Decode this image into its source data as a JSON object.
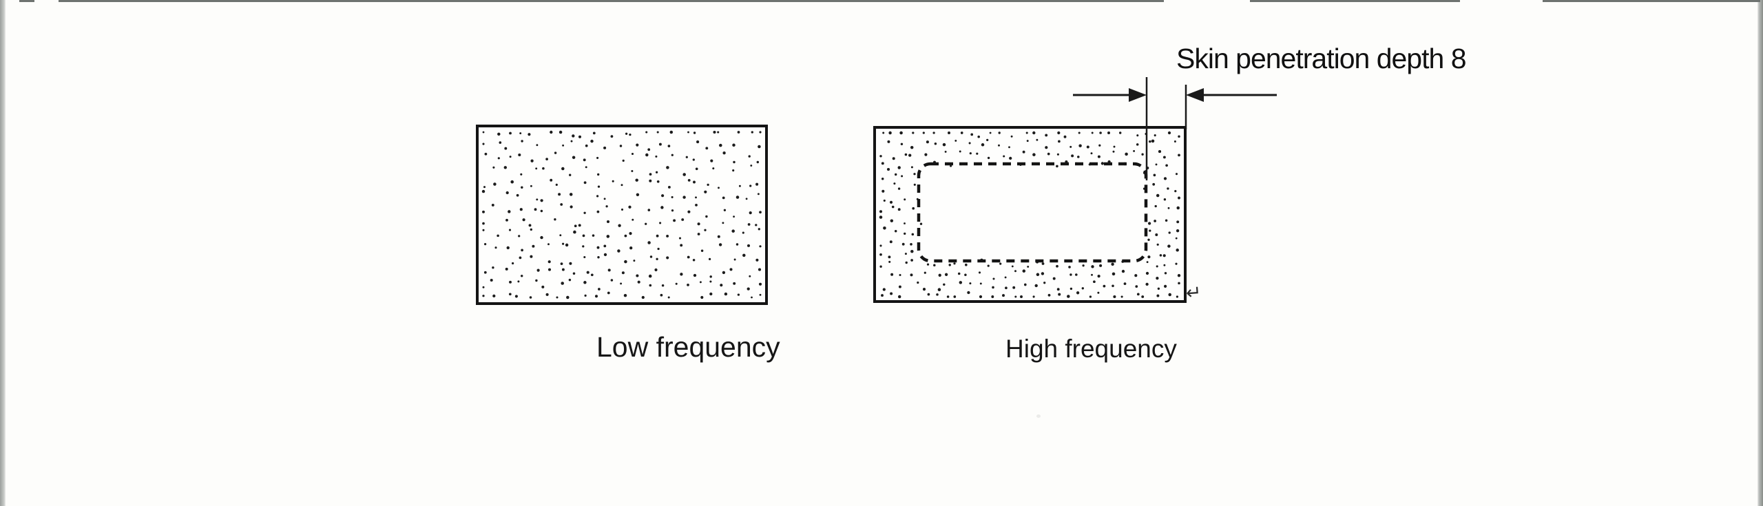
{
  "figure": {
    "panels": {
      "low": {
        "caption": "Low frequency"
      },
      "high": {
        "caption": "High frequency"
      }
    },
    "annotation": {
      "skin_depth_label": "Skin penetration depth 8"
    },
    "artifacts": {
      "return_mark": "↵"
    }
  },
  "colors": {
    "ink": "#1a1a1a",
    "dot": "#1c1c1c",
    "background": "#fdfdfb",
    "scan_edge_left": "#9b9f9c",
    "scan_edge_right": "#878c88",
    "scan_edge_top": "#6e7370"
  },
  "stipple": {
    "seed": 20240711,
    "left_panel_dot_grid": {
      "cols": 23,
      "rows": 14
    },
    "right_panel_dot_grid": {
      "cols": 28,
      "rows": 16
    }
  }
}
